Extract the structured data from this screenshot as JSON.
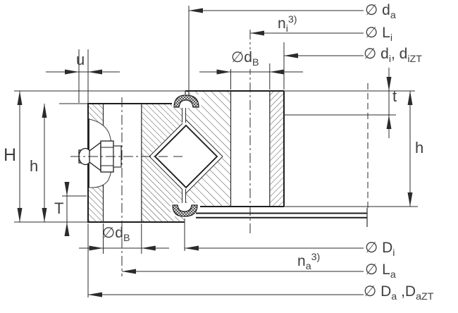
{
  "labels": {
    "da": {
      "main": "∅ d",
      "sub": "a"
    },
    "li": {
      "main": "∅ L",
      "sub": "i"
    },
    "di_dizt": {
      "m1": "∅ d",
      "s1": "i",
      "m2": ", d",
      "s2": "iZT"
    },
    "ni": {
      "main": "n",
      "sub": "i",
      "sup": "3)"
    },
    "db_top": {
      "main": "∅d",
      "sub": "B"
    },
    "u": {
      "main": "u"
    },
    "H": {
      "main": "H"
    },
    "h_left": {
      "main": "h"
    },
    "T": {
      "main": "T"
    },
    "t": {
      "main": "t"
    },
    "h_right": {
      "main": "h"
    },
    "db_bottom": {
      "main": "∅d",
      "sub": "B"
    },
    "Di": {
      "main": "∅ D",
      "sub": "i"
    },
    "na": {
      "main": "n",
      "sub": "a",
      "sup": "3)"
    },
    "La": {
      "main": "∅ L",
      "sub": "a"
    },
    "da_dazt": {
      "m1": "∅ D",
      "s1": "a",
      "m2": " ,D",
      "s2": "aZT"
    }
  },
  "colors": {
    "line": "#2b2b2b",
    "hatch": "#4a4a4a",
    "text": "#3f3f3f",
    "background": "#ffffff"
  }
}
